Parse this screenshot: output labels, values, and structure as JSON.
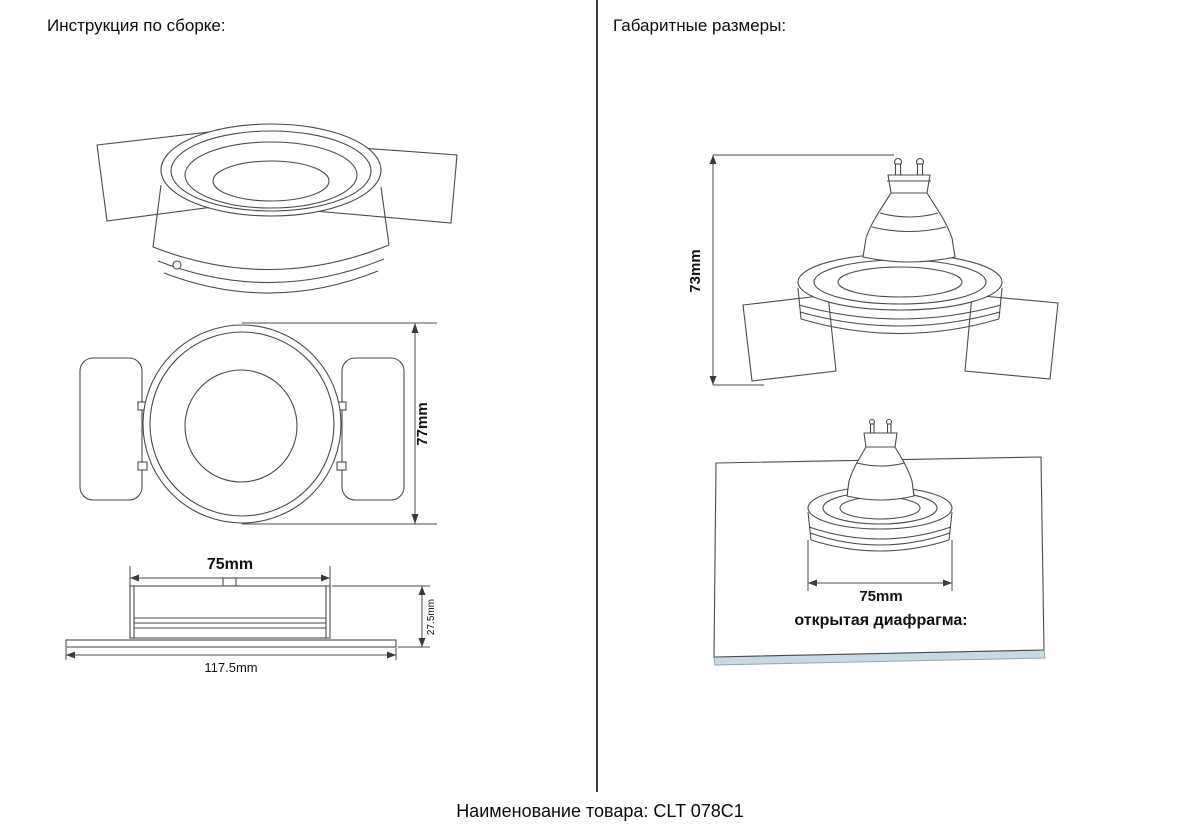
{
  "page": {
    "left_header": "Инструкция по сборке:",
    "right_header": "Габаритные размеры:",
    "footer": "Наименование товара: CLT 078C1"
  },
  "dims": {
    "top_view_diameter": "77mm",
    "body_width": "75mm",
    "flange_width": "117.5mm",
    "body_height": "27.5mm",
    "total_height": "73mm",
    "cutout_width": "75mm",
    "open_diaphragm_label": "открытая диафрагма:"
  }
}
